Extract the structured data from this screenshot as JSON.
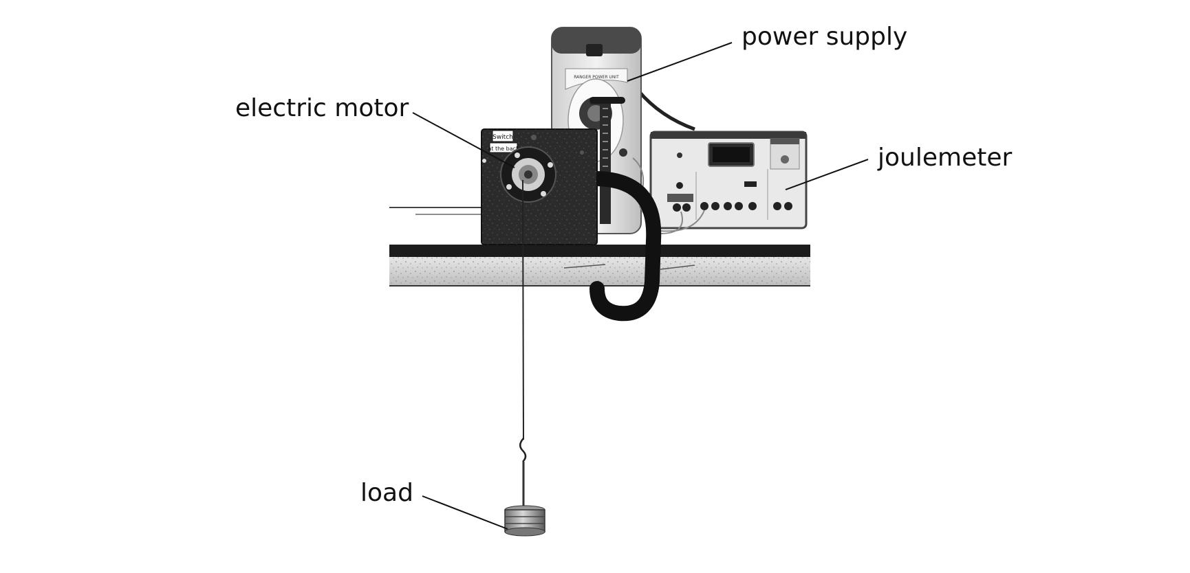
{
  "labels": {
    "power_supply": "power supply",
    "electric_motor": "electric motor",
    "joulemeter": "joulemeter",
    "load": "load"
  },
  "motor_sign": {
    "line1": "Switch",
    "line2": "at the back"
  },
  "power_unit_text": "RANGER POWER UNIT"
}
